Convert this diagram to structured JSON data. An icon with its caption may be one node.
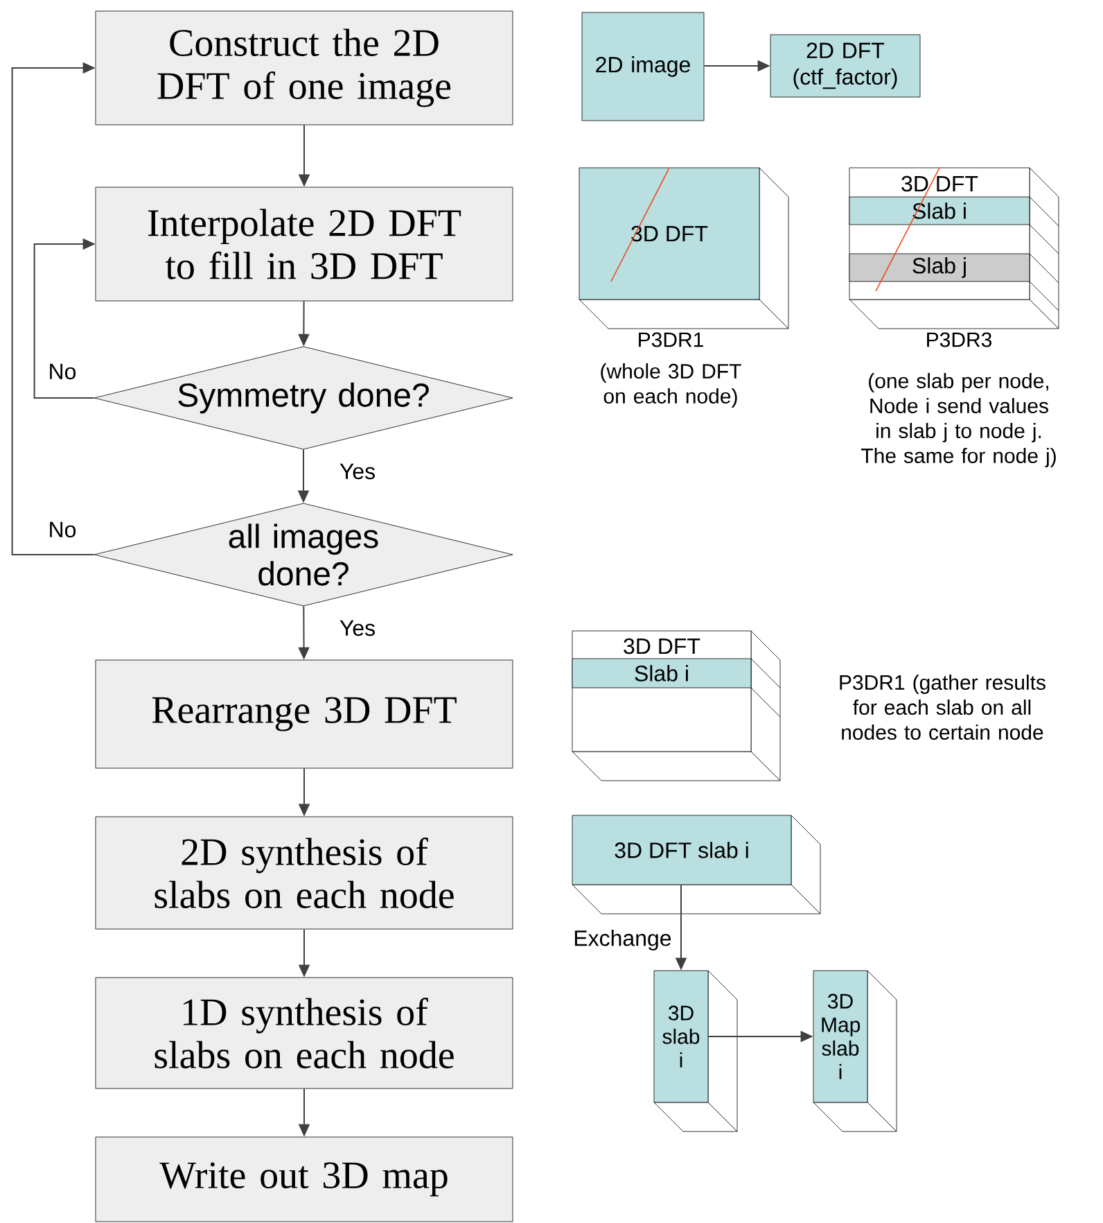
{
  "diagram": {
    "nodes": [
      {
        "text": [
          "Construct the 2D DFT of one image"
        ]
      },
      {
        "text": [
          "Interpolate 2D DFT to fill in 3D DFT"
        ]
      },
      {
        "text": [
          "Symmetry done?"
        ]
      },
      {
        "text": [
          "all images done?"
        ]
      },
      {
        "text": [
          "Rearrange 3D DFT"
        ]
      },
      {
        "text": [
          "2D synthesis of slabs on each node"
        ]
      },
      {
        "text": [
          "1D synthesis of slabs on each node"
        ]
      },
      {
        "text": [
          "Write out 3D map"
        ]
      },
      {
        "text": [
          "2D image"
        ]
      },
      {
        "text": [
          "2D DFT (ctf_factor)"
        ]
      },
      {
        "text": [
          "3D DFT"
        ],
        "beside": [
          "P3DR1",
          "(whole 3D DFT on each node)"
        ]
      },
      {
        "text": [
          "3D DFT"
        ],
        "beside": [
          "P3DR3",
          "(one slab per node, Node i send values in slab j to node j. The same for node j)"
        ]
      },
      {
        "text": [
          "Slab i"
        ],
        "in": 11
      },
      {
        "text": [
          "Slab j"
        ],
        "in": 11
      },
      {
        "text": [
          "3D DFT"
        ],
        "beside": [
          "P3DR1 (gather results for each slab on all nodes to certain node"
        ]
      },
      {
        "text": [
          "Slab i"
        ],
        "in": 14
      },
      {
        "text": [
          "3D DFT slab i"
        ]
      },
      {
        "text": [
          "3D slab i"
        ]
      },
      {
        "text": [
          "3D Map slab i"
        ]
      }
    ],
    "edges": [
      {
        "from": 0,
        "to": 1,
        "arrow": "to"
      },
      {
        "from": 1,
        "to": 2,
        "arrow": "to"
      },
      {
        "from": 2,
        "to": 3,
        "arrow": "to",
        "label": "Yes"
      },
      {
        "from": 3,
        "to": 4,
        "arrow": "to",
        "label": "Yes"
      },
      {
        "from": 4,
        "to": 5,
        "arrow": "to"
      },
      {
        "from": 5,
        "to": 6,
        "arrow": "to"
      },
      {
        "from": 6,
        "to": 7,
        "arrow": "to"
      },
      {
        "from": 2,
        "to": 1,
        "arrow": "to",
        "label": "No"
      },
      {
        "from": 3,
        "to": 0,
        "arrow": "to",
        "label": "No"
      },
      {
        "from": 8,
        "to": 9,
        "arrow": "to"
      },
      {
        "from": 16,
        "to": 17,
        "arrow": "to",
        "label": "Exchange"
      },
      {
        "from": 17,
        "to": 18,
        "arrow": "to"
      }
    ]
  }
}
